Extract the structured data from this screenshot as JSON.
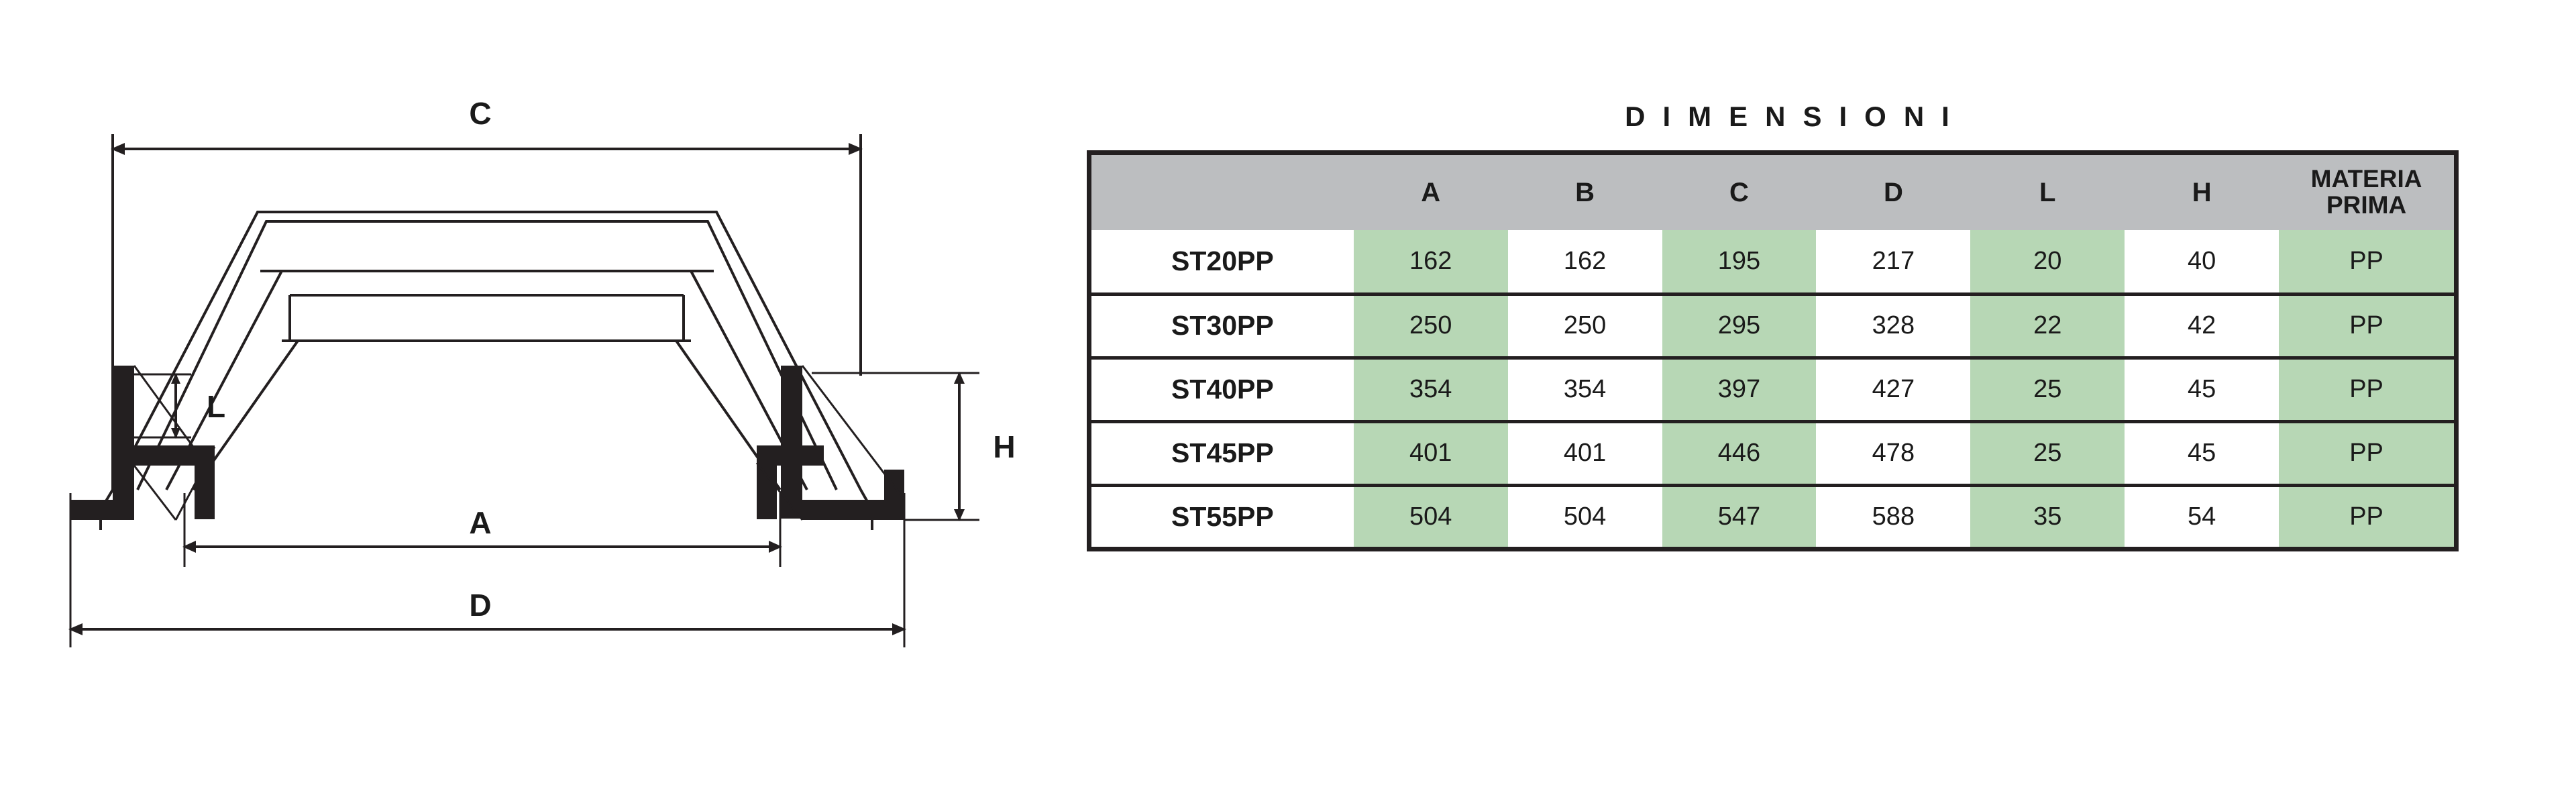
{
  "drawing": {
    "labels": {
      "c": "C",
      "d": "D",
      "a": "A",
      "l": "L",
      "h": "H"
    }
  },
  "table": {
    "title": "DIMENSIONI",
    "columns": [
      {
        "key": "model",
        "label": ""
      },
      {
        "key": "A",
        "label": "A"
      },
      {
        "key": "B",
        "label": "B"
      },
      {
        "key": "C",
        "label": "C"
      },
      {
        "key": "D",
        "label": "D"
      },
      {
        "key": "L",
        "label": "L"
      },
      {
        "key": "H",
        "label": "H"
      },
      {
        "key": "materia",
        "label": "MATERIA PRIMA",
        "line1": "MATERIA",
        "line2": "PRIMA"
      }
    ],
    "rows": [
      {
        "model": "ST20PP",
        "A": "162",
        "B": "162",
        "C": "195",
        "D": "217",
        "L": "20",
        "H": "40",
        "materia": "PP"
      },
      {
        "model": "ST30PP",
        "A": "250",
        "B": "250",
        "C": "295",
        "D": "328",
        "L": "22",
        "H": "42",
        "materia": "PP"
      },
      {
        "model": "ST40PP",
        "A": "354",
        "B": "354",
        "C": "397",
        "D": "427",
        "L": "25",
        "H": "45",
        "materia": "PP"
      },
      {
        "model": "ST45PP",
        "A": "401",
        "B": "401",
        "C": "446",
        "D": "478",
        "L": "25",
        "H": "45",
        "materia": "PP"
      },
      {
        "model": "ST55PP",
        "A": "504",
        "B": "504",
        "C": "547",
        "D": "588",
        "L": "35",
        "H": "54",
        "materia": "PP"
      }
    ],
    "colors": {
      "header_background": "#bcbec0",
      "highlight_background": "#b7d7b5",
      "cell_background": "#ffffff",
      "border": "#231f20",
      "text": "#1a1a1a"
    },
    "highlighted_columns": [
      "A",
      "C",
      "L",
      "materia"
    ]
  }
}
